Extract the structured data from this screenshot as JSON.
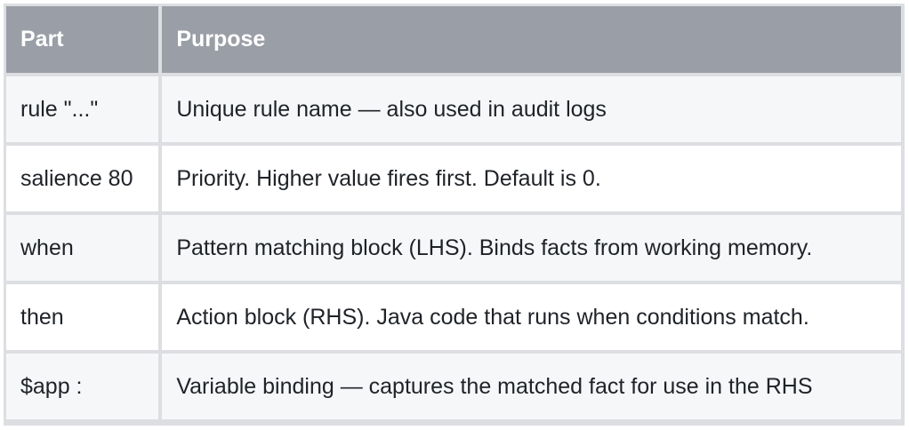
{
  "table": {
    "headers": [
      "Part",
      "Purpose"
    ],
    "rows": [
      {
        "part": "rule \"...\"",
        "purpose": "Unique rule name — also used in audit logs"
      },
      {
        "part": "salience 80",
        "purpose": "Priority. Higher value fires first. Default is 0."
      },
      {
        "part": "when",
        "purpose": "Pattern matching block (LHS). Binds facts from working memory."
      },
      {
        "part": "then",
        "purpose": "Action block (RHS). Java code that runs when conditions match."
      },
      {
        "part": "$app :",
        "purpose": "Variable binding — captures the matched fact for use in the RHS"
      }
    ]
  }
}
